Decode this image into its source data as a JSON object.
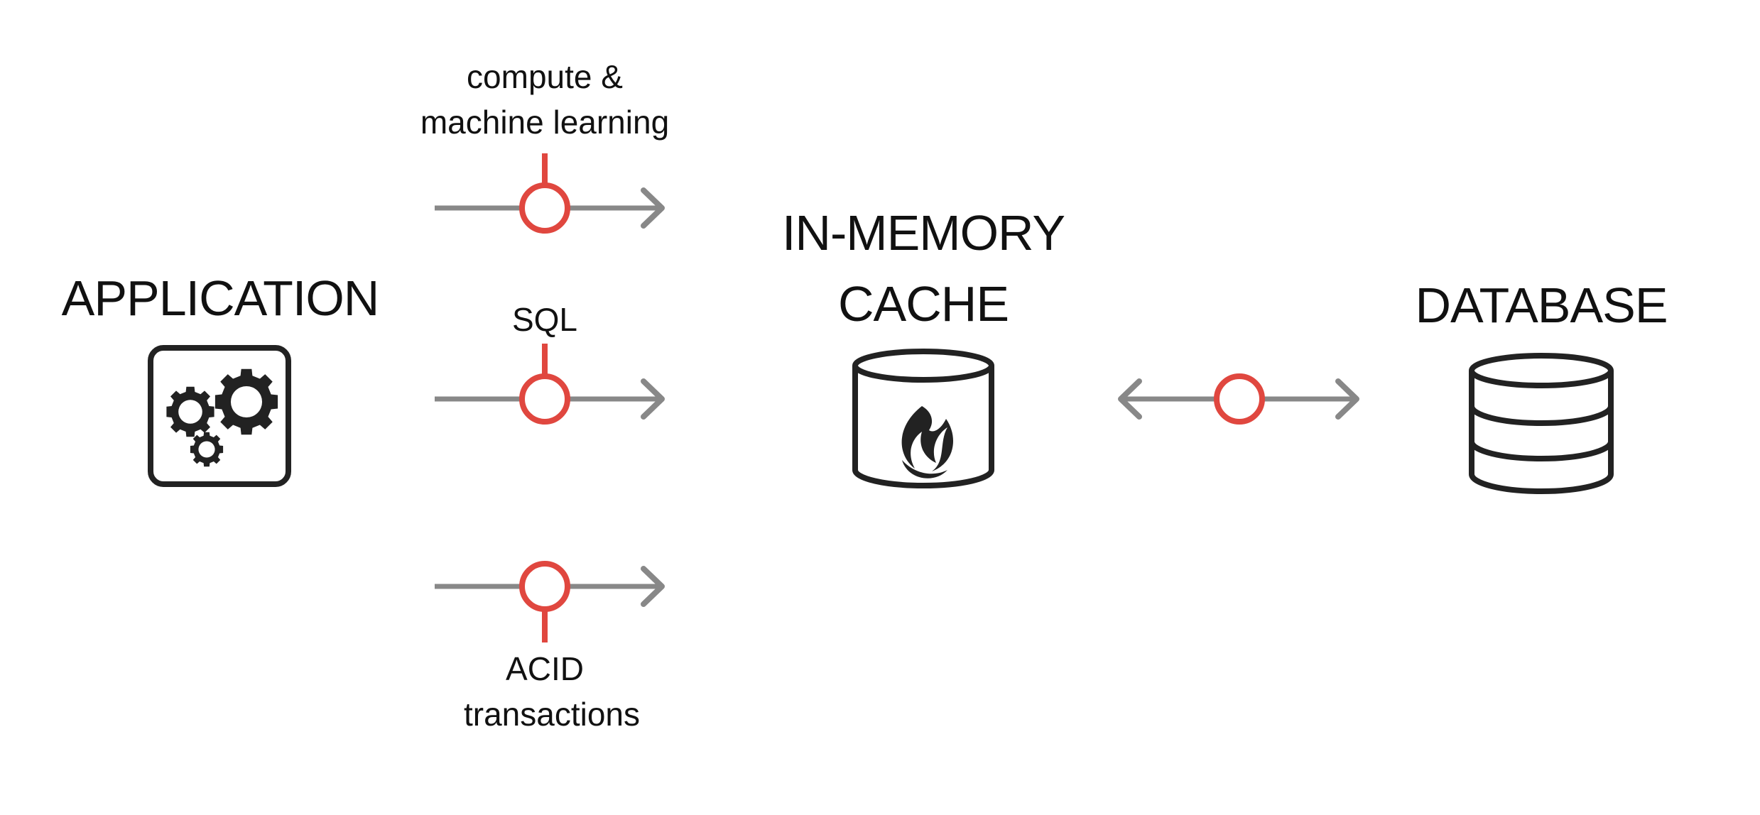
{
  "nodes": {
    "application": {
      "label": "APPLICATION",
      "icon": "gears-icon"
    },
    "cache": {
      "label_line1": "IN-MEMORY",
      "label_line2": "CACHE",
      "icon": "flame-cylinder-icon"
    },
    "database": {
      "label": "DATABASE",
      "icon": "database-stack-icon"
    }
  },
  "connections": {
    "compute_ml": {
      "label_line1": "compute &",
      "label_line2": "machine learning"
    },
    "sql": {
      "label": "SQL"
    },
    "acid": {
      "label_line1": "ACID",
      "label_line2": "transactions"
    }
  },
  "colors": {
    "arrow": "#888888",
    "connector": "#e0473f",
    "icon": "#222222",
    "text": "#111111"
  }
}
